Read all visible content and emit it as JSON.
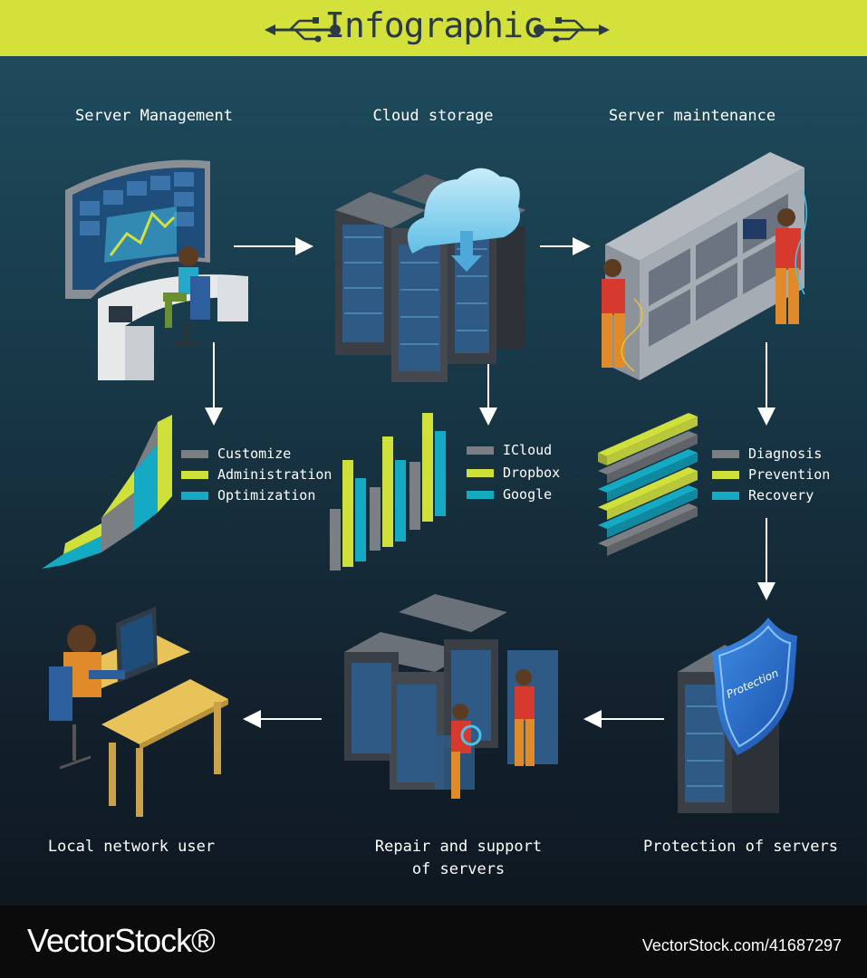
{
  "header": {
    "title": "Infographic"
  },
  "steps": {
    "server_management": "Server Management",
    "cloud_storage": "Cloud storage",
    "server_maintenance": "Server maintenance",
    "local_network_user": "Local network user",
    "repair_line1": "Repair and support",
    "repair_line2": "of servers",
    "protection": "Protection of servers"
  },
  "shield_text": "Protection",
  "legends": {
    "management": [
      "Customize",
      "Administration",
      "Optimization"
    ],
    "cloud": [
      "ICloud",
      "Dropbox",
      "Google"
    ],
    "maintenance": [
      "Diagnosis",
      "Prevention",
      "Recovery"
    ]
  },
  "colors": {
    "gray": "#7b7f84",
    "yellow": "#cfe03a",
    "cyan": "#14aac4",
    "banner": "#d3e13a"
  },
  "footer": {
    "logo": "VectorStock®",
    "id": "VectorStock.com/41687297"
  }
}
